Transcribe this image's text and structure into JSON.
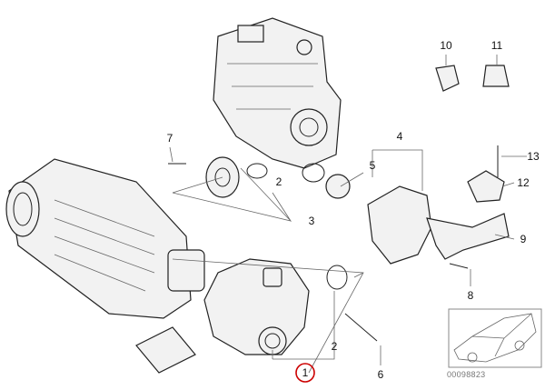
{
  "diagram": {
    "callouts": [
      {
        "id": "engine-bracket-10",
        "label": "10"
      },
      {
        "id": "clip-11",
        "label": "11"
      },
      {
        "id": "bolt-7",
        "label": "7"
      },
      {
        "id": "housing-4",
        "label": "4"
      },
      {
        "id": "gasket-5",
        "label": "5"
      },
      {
        "id": "gasket-2-upper",
        "label": "2"
      },
      {
        "id": "flange-3",
        "label": "3"
      },
      {
        "id": "screw-13",
        "label": "13"
      },
      {
        "id": "sensor-12",
        "label": "12"
      },
      {
        "id": "bracket-9",
        "label": "9"
      },
      {
        "id": "bolt-8",
        "label": "8"
      },
      {
        "id": "gasket-2-lower",
        "label": "2"
      },
      {
        "id": "water-pump-1",
        "label": "1"
      },
      {
        "id": "bolt-6",
        "label": "6"
      }
    ],
    "reference_number": "00098823",
    "highlight_color": "#cc0000"
  }
}
